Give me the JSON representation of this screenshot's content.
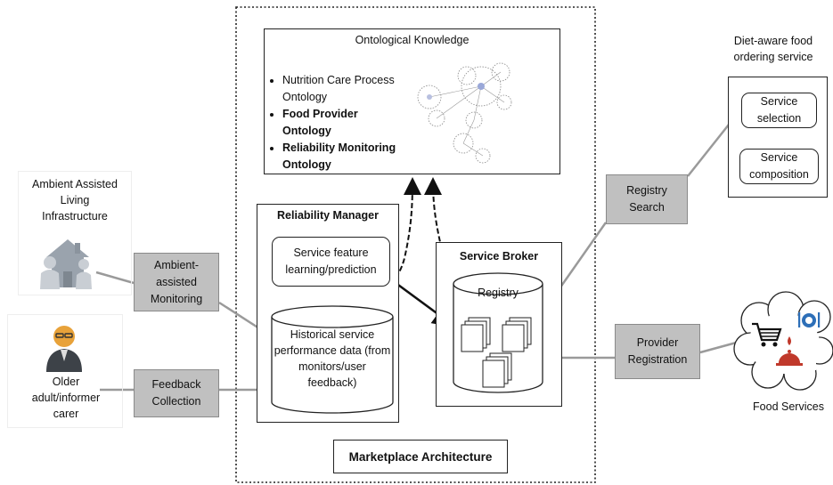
{
  "left": {
    "aal_label": "Ambient Assisted Living Infrastructure",
    "older_label": "Older adult/informer carer",
    "ambient_monitoring": "Ambient-assisted Monitoring",
    "feedback_collection": "Feedback Collection"
  },
  "ontology": {
    "title": "Ontological Knowledge",
    "items": [
      "Nutrition Care Process Ontology",
      "Food Provider Ontology",
      "Reliability Monitoring Ontology"
    ]
  },
  "reliability": {
    "title": "Reliability Manager",
    "feature_box": "Service feature learning/prediction",
    "history_db": "Historical service performance data (from monitors/user feedback)"
  },
  "broker": {
    "title": "Service Broker",
    "registry": "Registry"
  },
  "right": {
    "registry_search": "Registry Search",
    "provider_registration": "Provider Registration",
    "diet_title": "Diet-aware food ordering service",
    "service_selection": "Service selection",
    "service_composition": "Service composition",
    "food_services": "Food Services"
  },
  "footer": {
    "marketplace": "Marketplace Architecture"
  },
  "colors": {
    "gray_box": "#c0c0c0",
    "gray_border": "#8a8a8a",
    "line_gray": "#9a9a9a",
    "food_red": "#c0392b",
    "food_blue": "#2d6fb8"
  }
}
